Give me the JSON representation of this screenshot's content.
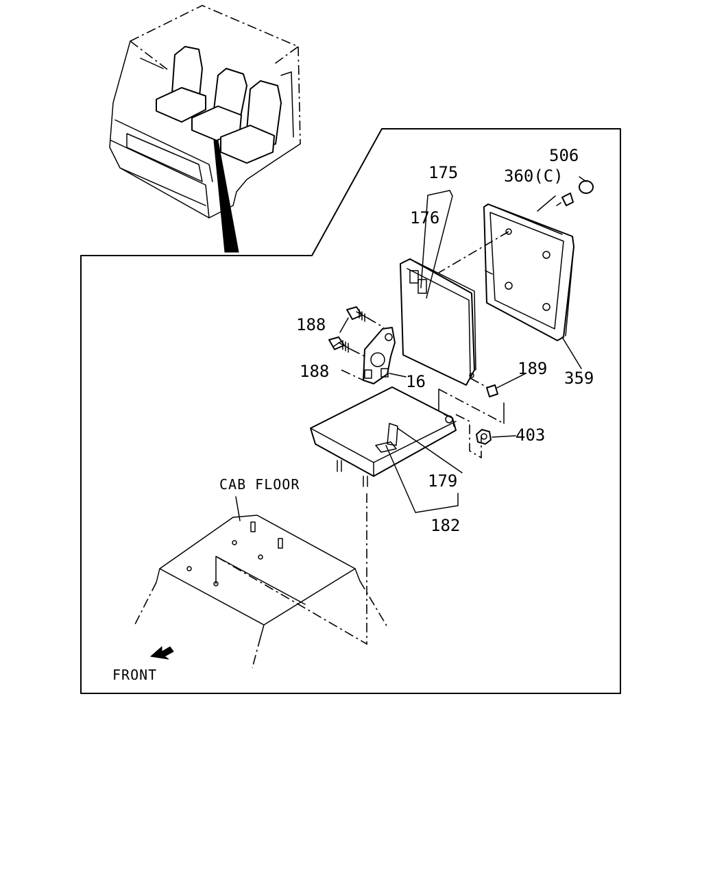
{
  "labels": {
    "p506": "506",
    "p360": "360(C)",
    "p175": "175",
    "p176": "176",
    "p188a": "188",
    "p188b": "188",
    "p16": "16",
    "p189": "189",
    "p359": "359",
    "p403": "403",
    "p179": "179",
    "p182": "182",
    "cab_floor": "CAB FLOOR",
    "front": "FRONT"
  }
}
